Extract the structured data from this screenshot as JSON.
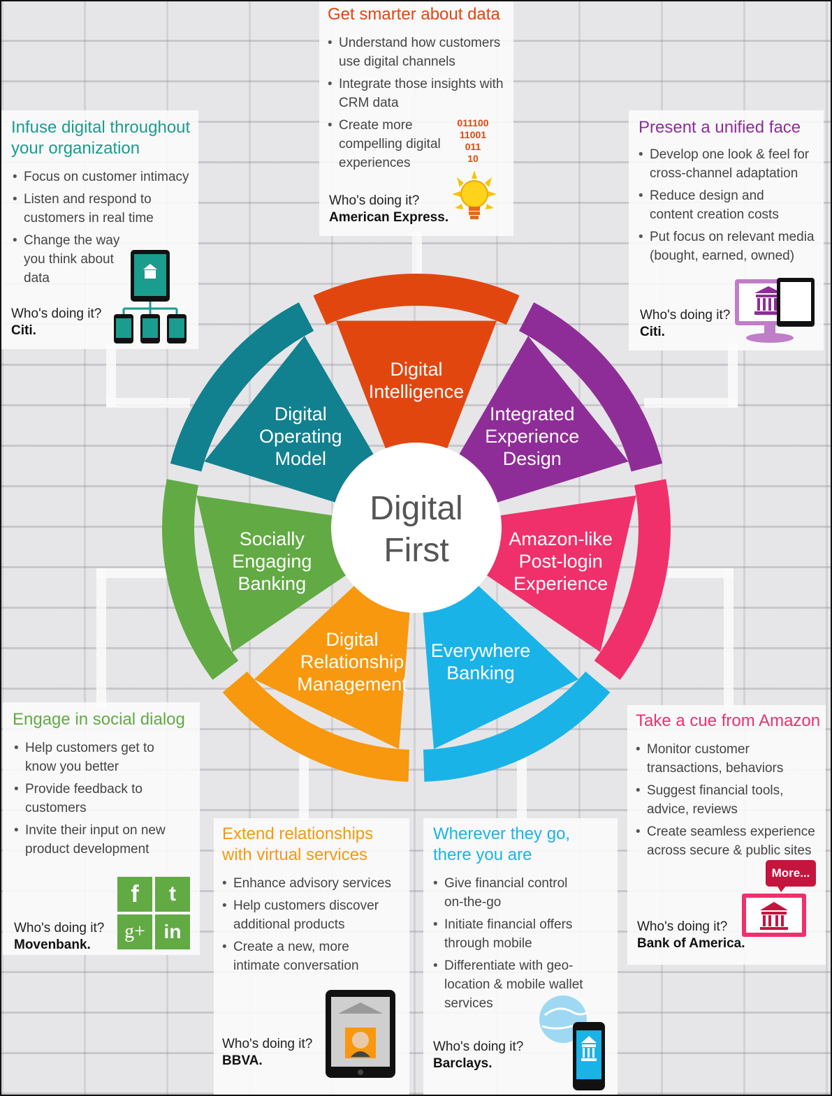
{
  "center": {
    "line1": "Digital",
    "line2": "First"
  },
  "segments": [
    {
      "id": "intelligence",
      "color": "#e2460f",
      "lines": [
        "Digital",
        "Intelligence"
      ]
    },
    {
      "id": "experience",
      "color": "#8f2d98",
      "lines": [
        "Integrated",
        "Experience",
        "Design"
      ]
    },
    {
      "id": "amazon",
      "color": "#f0306b",
      "lines": [
        "Amazon-like",
        "Post-login",
        "Experience"
      ]
    },
    {
      "id": "everywhere",
      "color": "#1ab3e8",
      "lines": [
        "Everywhere",
        "Banking"
      ]
    },
    {
      "id": "relationship",
      "color": "#f7980e",
      "lines": [
        "Digital",
        "Relationship",
        "Management"
      ]
    },
    {
      "id": "social",
      "color": "#62aa44",
      "lines": [
        "Socially",
        "Engaging",
        "Banking"
      ]
    },
    {
      "id": "operating",
      "color": "#11808f",
      "lines": [
        "Digital",
        "Operating",
        "Model"
      ]
    }
  ],
  "cards": {
    "data": {
      "title": "Get smarter about data",
      "color": "#e2460f",
      "bullets": [
        "Understand how customers use digital channels",
        "Integrate those insights with CRM data",
        "Create more compelling digital experiences"
      ],
      "who_label": "Who's doing it?",
      "who": "American Express.",
      "binary": [
        "011100",
        "11001",
        "011",
        "10"
      ]
    },
    "infuse": {
      "title": "Infuse digital throughout your organization",
      "color": "#1a9c8e",
      "bullets": [
        "Focus on customer intimacy",
        "Listen and respond to customers in real time",
        "Change the way you think about data"
      ],
      "who_label": "Who's doing it?",
      "who": "Citi."
    },
    "unified": {
      "title": "Present a unified face",
      "color": "#8f2d98",
      "bullets": [
        "Develop one look & feel for cross-channel adaptation",
        "Reduce design and content creation costs",
        "Put focus on relevant media (bought, earned, owned)"
      ],
      "who_label": "Who's doing it?",
      "who": "Citi."
    },
    "social": {
      "title": "Engage in social dialog",
      "color": "#62aa44",
      "bullets": [
        "Help customers get to know you better",
        "Provide feedback to customers",
        "Invite their input on new product development"
      ],
      "who_label": "Who's doing it?",
      "who": "Movenbank."
    },
    "extend": {
      "title": "Extend relationships with virtual services",
      "color": "#f7980e",
      "bullets": [
        "Enhance advisory services",
        "Help customers discover additional products",
        "Create a new, more intimate conversation"
      ],
      "who_label": "Who's doing it?",
      "who": "BBVA."
    },
    "wherever": {
      "title": "Wherever they go, there you are",
      "color": "#1ab3e8",
      "bullets": [
        "Give financial control on-the-go",
        "Initiate financial offers through mobile",
        "Differentiate with geo-location & mobile wallet services"
      ],
      "who_label": "Who's doing it?",
      "who": "Barclays."
    },
    "amazon": {
      "title": "Take a cue from Amazon",
      "color": "#f0306b",
      "bullets": [
        "Monitor customer transactions, behaviors",
        "Suggest financial tools, advice, reviews",
        "Create seamless experience across secure & public sites"
      ],
      "who_label": "Who's doing it?",
      "who": "Bank of America.",
      "more": "More..."
    }
  },
  "social_icons": [
    "f",
    "t",
    "g+",
    "in"
  ]
}
